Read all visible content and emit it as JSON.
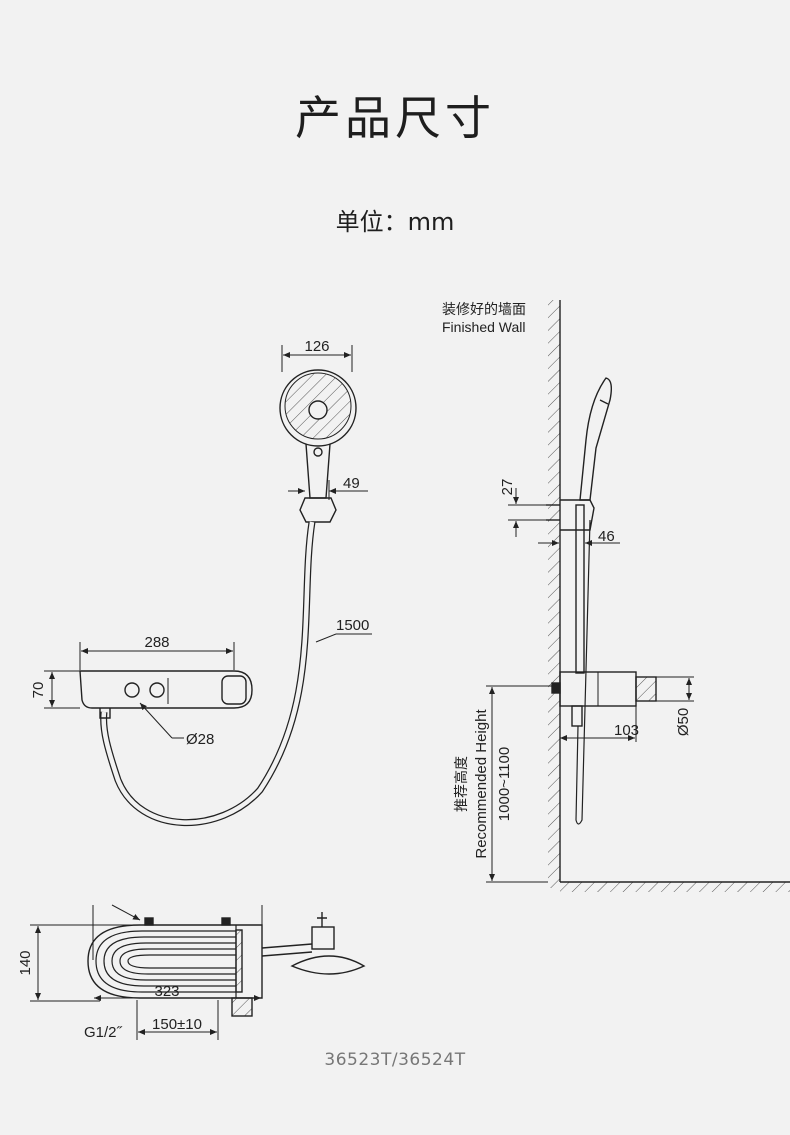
{
  "title": "产品尺寸",
  "unit_label": "单位：",
  "unit_value": "mm",
  "wall": {
    "label_cn": "装修好的墙面",
    "label_en": "Finished Wall"
  },
  "recommended": {
    "label_cn": "推荐高度",
    "label_en": "Recommended Height",
    "range": "1000~1100"
  },
  "dimensions": {
    "head_width": "126",
    "holder_depth": "49",
    "hose_length": "1500",
    "body_width": "288",
    "body_height": "70",
    "knob_diameter": "Ø28",
    "bracket_height": "27",
    "bracket_offset": "46",
    "body_projection": "103",
    "body_diameter": "Ø50",
    "bottom_length": "323",
    "bottom_depth": "140",
    "thread": "G1/2˝",
    "inlet_spacing": "150±10"
  },
  "model": "36523T/36524T"
}
